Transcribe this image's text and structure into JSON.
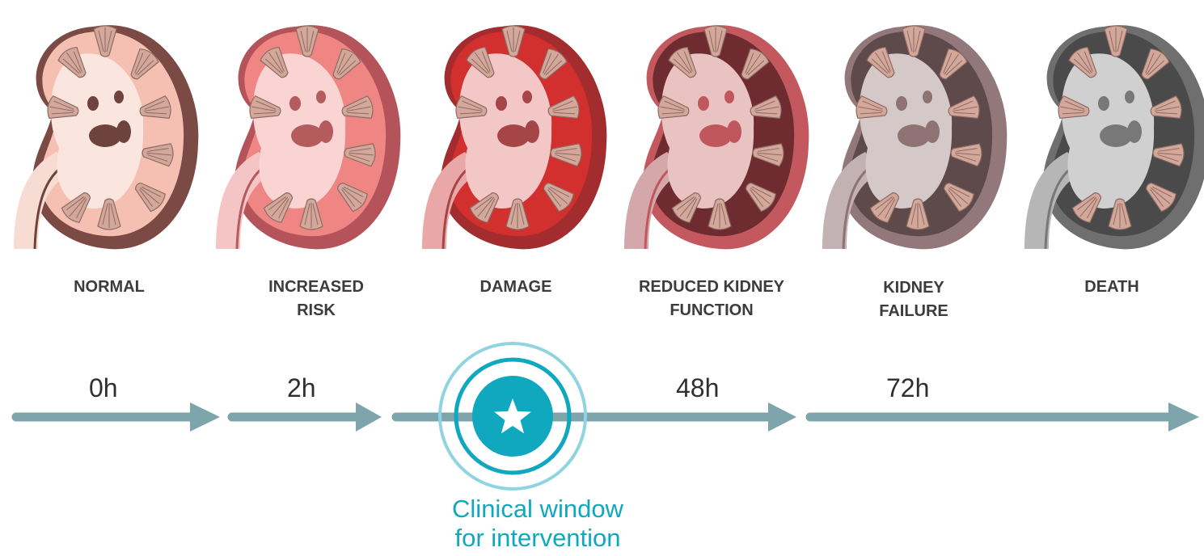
{
  "stages": [
    {
      "label": "NORMAL",
      "tone": {
        "outer": "#7b4a44",
        "cortex": "#f5bfb2",
        "medulla": "#fbe6df",
        "sinus": "#6e433d",
        "pelvis": "#f7dcd4"
      }
    },
    {
      "label": "INCREASED\nRISK",
      "tone": {
        "outer": "#b4545a",
        "cortex": "#f08683",
        "medulla": "#f9d4d2",
        "sinus": "#b35b5d",
        "pelvis": "#f4c5c4"
      }
    },
    {
      "label": "DAMAGE",
      "tone": {
        "outer": "#a32c2e",
        "cortex": "#d1302e",
        "medulla": "#f3c7c5",
        "sinus": "#a64548",
        "pelvis": "#eaa7a7"
      }
    },
    {
      "label": "REDUCED KIDNEY\nFUNCTION",
      "tone": {
        "outer": "#c4585f",
        "cortex": "#6e2c31",
        "medulla": "#e8c3c2",
        "sinus": "#c0575e",
        "pelvis": "#d4a8aa"
      }
    },
    {
      "label": "KIDNEY\nFAILURE",
      "tone": {
        "outer": "#93787b",
        "cortex": "#5e4a4b",
        "medulla": "#d4c8c8",
        "sinus": "#8f7273",
        "pelvis": "#c2b2b3"
      }
    },
    {
      "label": "DEATH",
      "tone": {
        "outer": "#6f6f6f",
        "cortex": "#4a4a4a",
        "medulla": "#d0d0d0",
        "sinus": "#787878",
        "pelvis": "#b6b6b6"
      }
    }
  ],
  "timeline": {
    "marks": [
      "0h",
      "2h",
      "48h",
      "72h"
    ],
    "arrow_color": "#7ea4ac"
  },
  "intervention": {
    "label_line1": "Clinical window",
    "label_line2": "for intervention",
    "color": "#10a8bf",
    "ring_color": "#8fd4e0",
    "icon": "star-icon"
  },
  "pyramid_color": "#d3a79a"
}
